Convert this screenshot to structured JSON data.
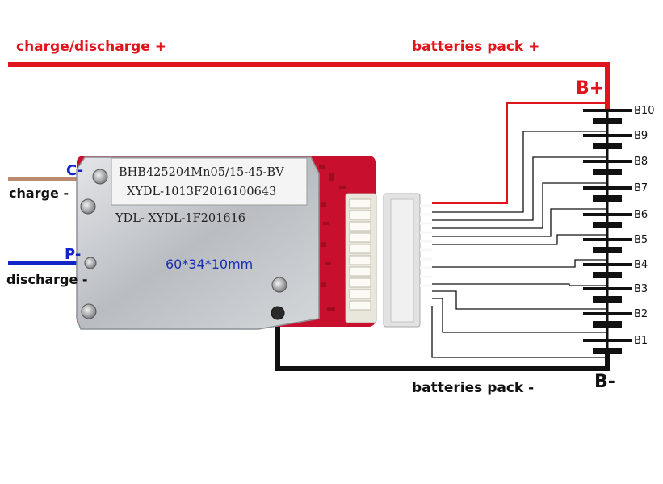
{
  "labels": {
    "charge_discharge_plus": "charge/discharge +",
    "batteries_pack_plus": "batteries pack +",
    "b_plus": "B+",
    "b_minus": "B-",
    "batteries_pack_minus": "batteries pack -",
    "c_minus": "C-",
    "charge_minus": "charge -",
    "p_minus": "P-",
    "discharge_minus": "discharge -"
  },
  "board": {
    "plate_line1": "BHB425204Mn05/15-45-BV",
    "plate_line2": "XYDL-1013F2016100643",
    "etched_line": "YDL- XYDL-1F201616",
    "dimensions": "60*34*10mm"
  },
  "cells": [
    "B10",
    "B9",
    "B8",
    "B7",
    "B6",
    "B5",
    "B4",
    "B3",
    "B2",
    "B1"
  ],
  "colors": {
    "positive_wire": "#e0141c",
    "negative_wire": "#111111",
    "charge_wire": "#b98a6e",
    "discharge_wire": "#1226c8",
    "pcb": "#c8102e",
    "heatsink": "#c9ccd0"
  }
}
